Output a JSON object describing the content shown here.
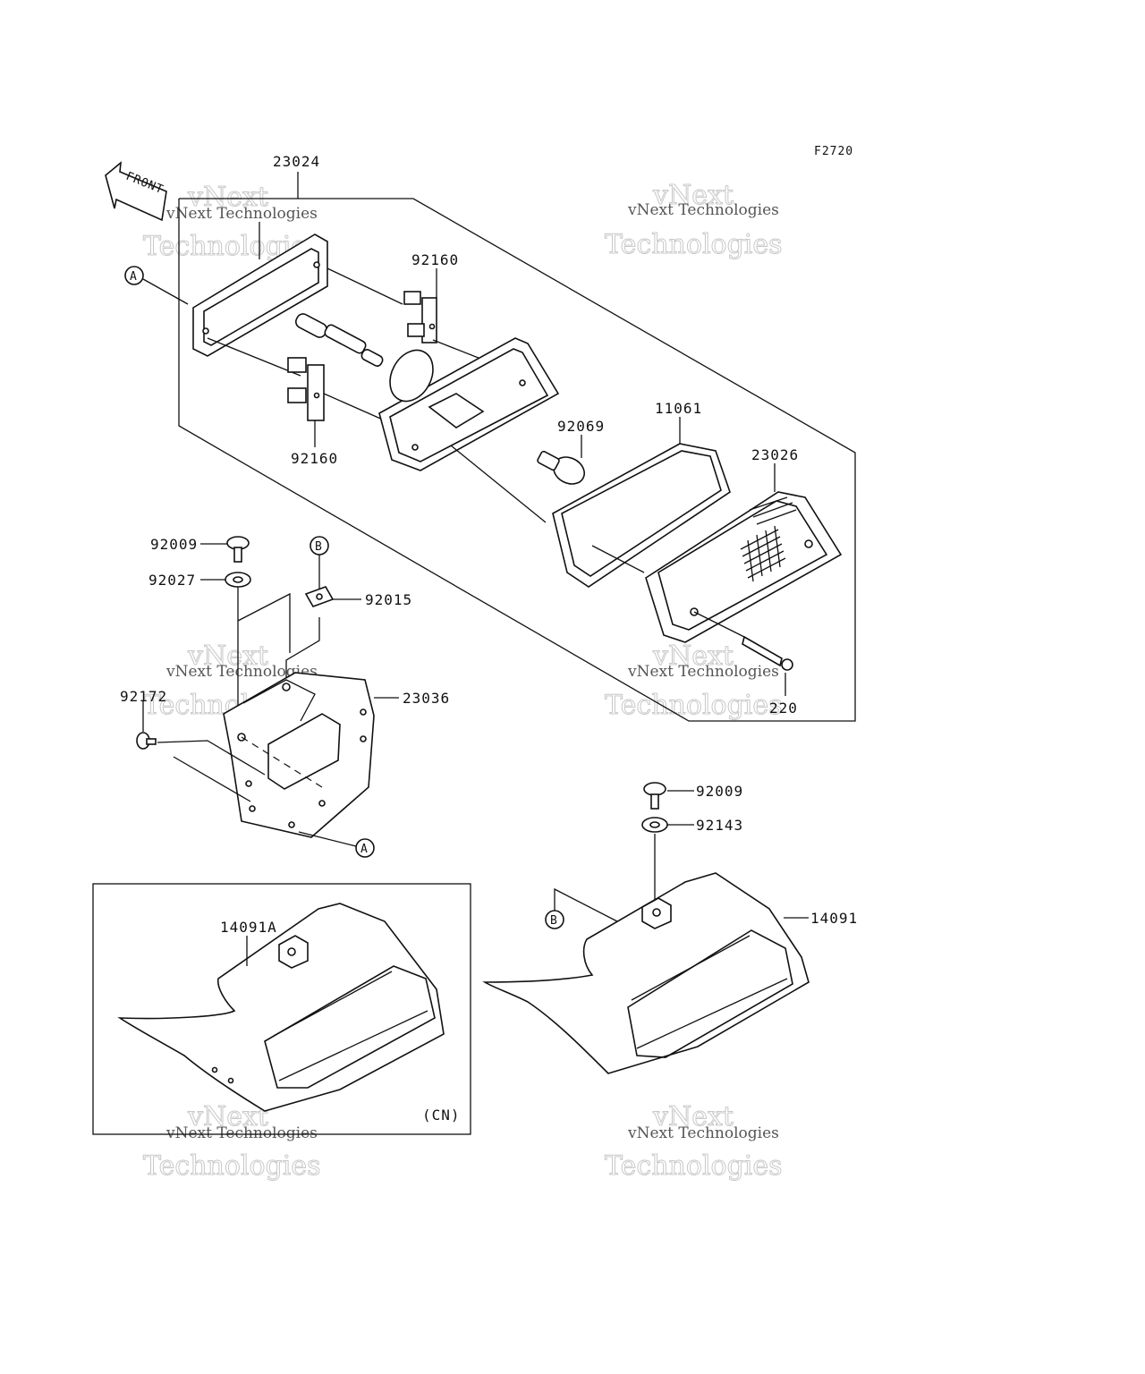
{
  "figure_code": "F2720",
  "front_arrow": "FRONT",
  "callouts": {
    "a": "A",
    "b": "B"
  },
  "parts": {
    "p23024": "23024",
    "p92160_upper": "92160",
    "p92160_lower": "92160",
    "p92069": "92069",
    "p11061": "11061",
    "p23026": "23026",
    "p220": "220",
    "p92009_left": "92009",
    "p92027": "92027",
    "p92015": "92015",
    "p92172": "92172",
    "p23036": "23036",
    "p92009_right": "92009",
    "p92143": "92143",
    "p14091": "14091",
    "p14091a": "14091A",
    "p_cn": "(CN)"
  },
  "watermark": {
    "line1": "vNext Technologies",
    "line2": "Technologies",
    "line0": "vNext"
  }
}
